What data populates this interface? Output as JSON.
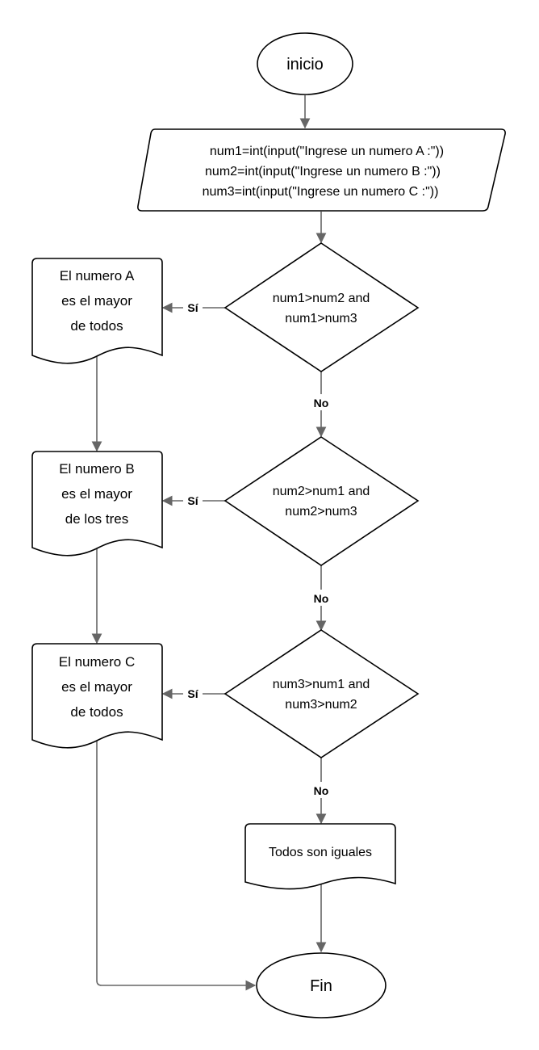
{
  "flowchart": {
    "start": {
      "label": "inicio"
    },
    "input": {
      "lines": [
        "num1=int(input(\"Ingrese un numero A :\"))",
        "num2=int(input(\"Ingrese un numero B :\"))",
        "num3=int(input(\"Ingrese un numero C :\"))"
      ]
    },
    "decisions": [
      {
        "lines": [
          "num1>num2 and",
          "num1>num3"
        ]
      },
      {
        "lines": [
          "num2>num1 and",
          "num2>num3"
        ]
      },
      {
        "lines": [
          "num3>num1 and",
          "num3>num2"
        ]
      }
    ],
    "outputs": [
      {
        "lines": [
          "El numero A",
          "es el mayor",
          "de todos"
        ]
      },
      {
        "lines": [
          "El numero B",
          "es el mayor",
          "de los tres"
        ]
      },
      {
        "lines": [
          "El numero C",
          "es el mayor",
          "de todos"
        ]
      }
    ],
    "equal_output": {
      "label": "Todos son iguales"
    },
    "end": {
      "label": "Fin"
    },
    "edge_labels": {
      "yes": "Sí",
      "no": "No"
    }
  },
  "colors": {
    "stroke": "#000000",
    "connector": "#666666",
    "fill": "#ffffff"
  }
}
